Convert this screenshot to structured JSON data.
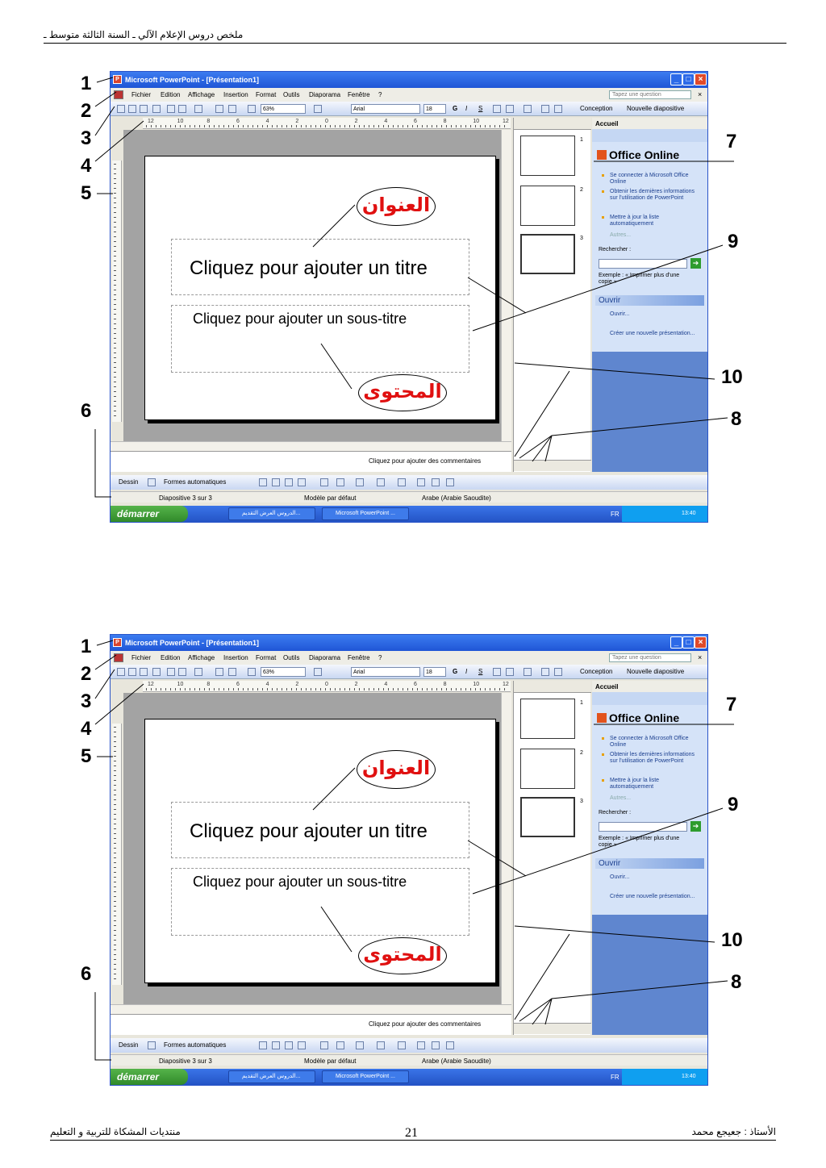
{
  "header": {
    "text": "ملخص دروس الإعلام الآلي ـ السنة الثالثة متوسط ـ"
  },
  "footer": {
    "left": "منتديات المشكاة للتربية و التعليم",
    "page": "21",
    "right": "الأستاذ : جعيجع محمد"
  },
  "window": {
    "title": "Microsoft PowerPoint - [Présentation1]",
    "menus": [
      "Fichier",
      "Edition",
      "Affichage",
      "Insertion",
      "Format",
      "Outils",
      "Diaporama",
      "Fenêtre",
      "?"
    ],
    "question_placeholder": "Tapez une question",
    "toolbar": {
      "zoom": "63%",
      "font": "Arial",
      "size": "18",
      "bold": "G",
      "italic": "I",
      "underline": "S",
      "design": "Conception",
      "new_slide": "Nouvelle diapositive"
    },
    "ruler_numbers": [
      "12",
      "10",
      "8",
      "6",
      "4",
      "2",
      "0",
      "2",
      "4",
      "6",
      "8",
      "10",
      "12"
    ],
    "slide": {
      "title_placeholder": "Cliquez pour ajouter un titre",
      "subtitle_placeholder": "Cliquez pour ajouter un sous-titre"
    },
    "notes_placeholder": "Cliquez pour ajouter des commentaires",
    "thumbnails": [
      "1",
      "2",
      "3"
    ],
    "task_pane": {
      "header": "Accueil",
      "logo": "Office Online",
      "links": [
        "Se connecter à Microsoft Office Online",
        "Obtenir les dernières informations sur l'utilisation de PowerPoint",
        "Mettre à jour la liste automatiquement"
      ],
      "more": "Autres...",
      "search_label": "Rechercher :",
      "example": "Exemple : « Imprimer plus d'une copie »",
      "open_section": "Ouvrir",
      "open_link": "Ouvrir...",
      "new_link": "Créer une nouvelle présentation..."
    },
    "drawing": {
      "dessin": "Dessin",
      "autoshapes": "Formes automatiques"
    },
    "status": {
      "slide": "Diapositive 3 sur 3",
      "template": "Modèle par défaut",
      "language": "Arabe (Arabie Saoudite)"
    },
    "taskbar": {
      "start": "démarrer",
      "item1": "الدروس العرض التقديم...",
      "item2": "Microsoft PowerPoint ...",
      "lang": "FR",
      "clock": "13:40"
    }
  },
  "annotations": {
    "numbers": [
      "1",
      "2",
      "3",
      "4",
      "5",
      "6",
      "7",
      "8",
      "9",
      "10"
    ],
    "title_label": "العنوان",
    "content_label": "المحتوى"
  },
  "colors": {
    "titlebar": "#1f55d6",
    "taskpane": "#5f86cf",
    "label_red": "#e01010"
  }
}
